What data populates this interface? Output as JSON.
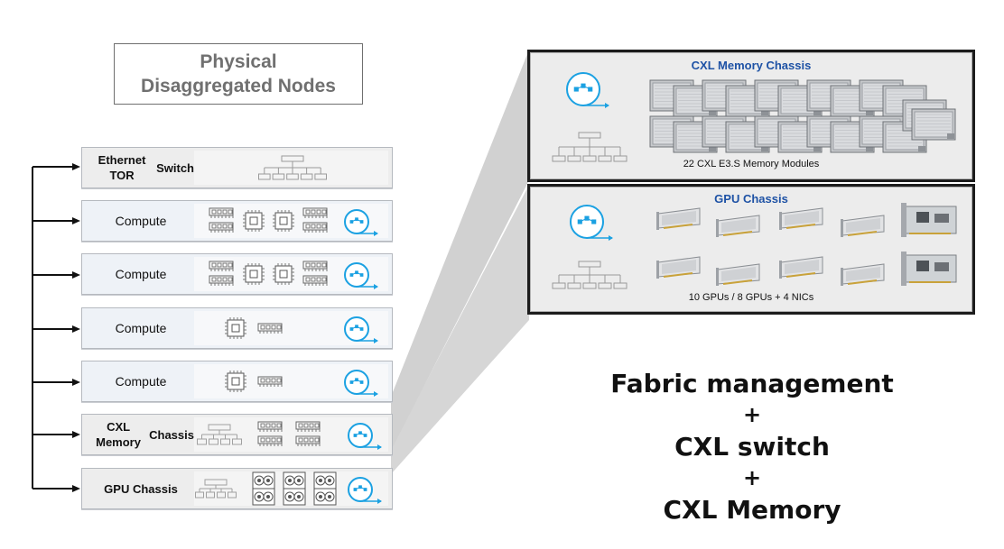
{
  "title": {
    "line1": "Physical",
    "line2": "Disaggregated Nodes"
  },
  "nodes": [
    {
      "label_line1": "Ethernet TOR",
      "label_line2": "Switch",
      "bold": true
    },
    {
      "label_line1": "Compute",
      "label_line2": ""
    },
    {
      "label_line1": "Compute",
      "label_line2": ""
    },
    {
      "label_line1": "Compute",
      "label_line2": ""
    },
    {
      "label_line1": "Compute",
      "label_line2": ""
    },
    {
      "label_line1": "CXL Memory",
      "label_line2": "Chassis",
      "bold": true
    },
    {
      "label_line1": "GPU Chassis",
      "label_line2": "",
      "bold": true
    }
  ],
  "cxl_chassis": {
    "title": "CXL Memory Chassis",
    "caption": "22 CXL E3.S Memory Modules"
  },
  "gpu_chassis": {
    "title": "GPU Chassis",
    "caption": "10 GPUs / 8 GPUs + 4 NICs"
  },
  "fabric": {
    "line1": "Fabric management",
    "plus1": "+",
    "line2": "CXL switch",
    "plus2": "+",
    "line3": "CXL Memory"
  },
  "colors": {
    "fabric_icon": "#1ba1e2",
    "chassis_title": "#1e52a5",
    "connector": "#d3d3d3"
  },
  "icons": [
    "switch-tree-icon",
    "memory-dimm-icon",
    "cpu-chip-icon",
    "cxl-fabric-icon",
    "gpu-card-icon",
    "memory-module-icon",
    "nic-card-icon"
  ]
}
